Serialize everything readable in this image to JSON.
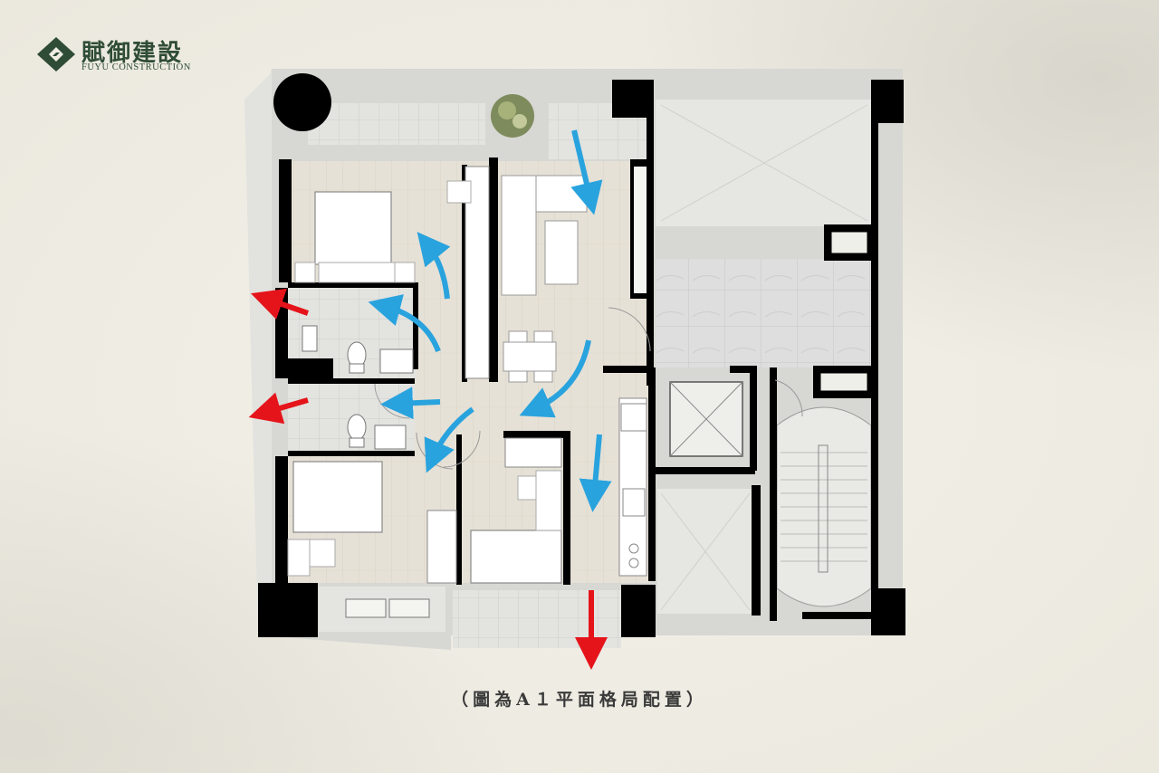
{
  "brand": {
    "name_cn": "賦御建設",
    "name_en": "FUYU CONSTRUCTION",
    "color": "#2f4c36"
  },
  "caption": "（圖為A１平面格局配置）",
  "colors": {
    "wall": "#000000",
    "wood_floor": "#e4ded2",
    "tile_floor": "#dcdcd8",
    "balcony": "#d6d6d2",
    "circulation_arrow": "#29a3de",
    "exit_arrow": "#e5141b"
  },
  "icons": [
    "logo-mark-icon",
    "plant-icon",
    "round-table-icon",
    "bed-icon",
    "toilet-icon",
    "sofa-icon",
    "stove-icon",
    "elevator-icon",
    "stair-icon"
  ]
}
